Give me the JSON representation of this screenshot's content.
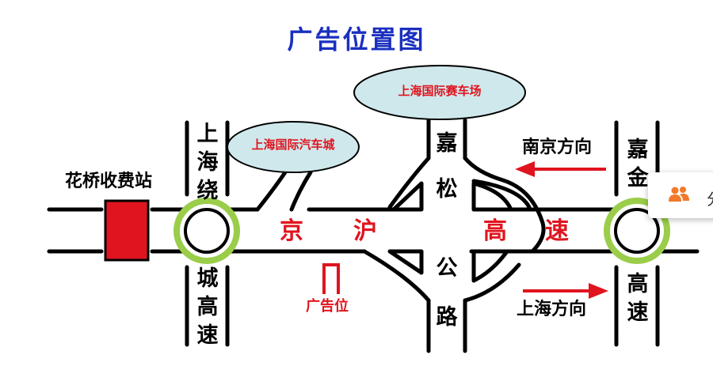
{
  "title": "广告位置图",
  "colors": {
    "title": "#1a2fbf",
    "road_text": "#e0141e",
    "bubble_fill": "#cfe8ec",
    "ring": "#9acd4a",
    "toll": "#e0141e",
    "bubble_text": "#e0141e"
  },
  "labels": {
    "toll_station": "花桥收费站",
    "left_road_top": "上海绕",
    "left_road_bottom": "城高速",
    "center_road_top_1": "嘉",
    "center_road_top_2": "松",
    "center_road_bottom_1": "公",
    "center_road_bottom_2": "路",
    "right_road_top": "嘉金",
    "right_road_bottom": "高速",
    "nanjing_direction": "南京方向",
    "shanghai_direction": "上海方向",
    "ad_position": "广告位"
  },
  "highway": {
    "chars": [
      "京",
      "沪",
      "高",
      "速"
    ]
  },
  "bubbles": {
    "car_city": "上海国际汽车城",
    "circuit": "上海国际赛车场"
  },
  "popup": {
    "icon": "people-icon",
    "text": "分"
  }
}
